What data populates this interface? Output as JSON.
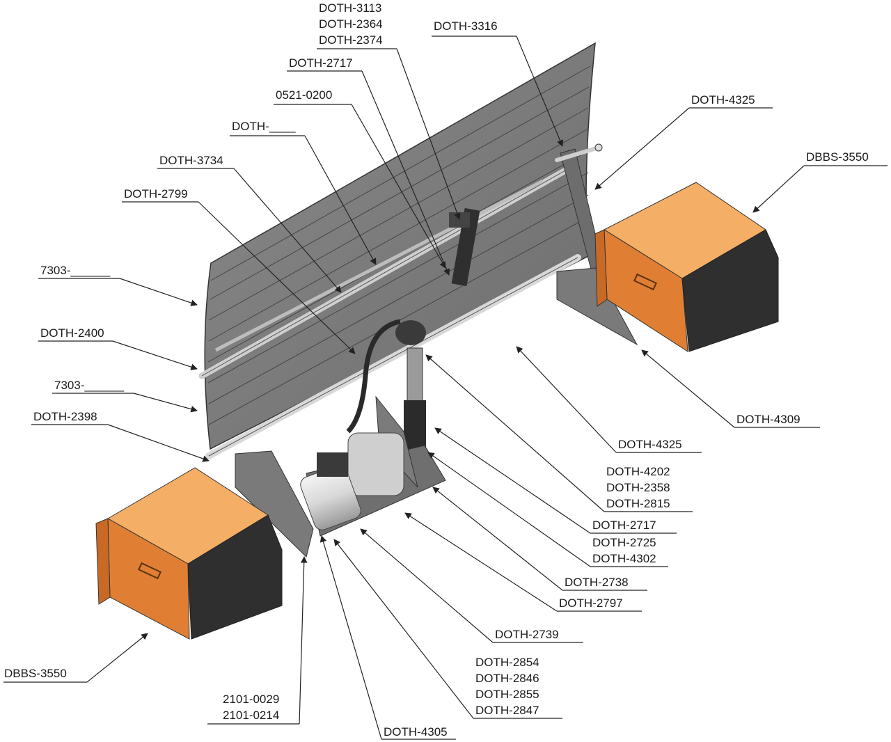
{
  "labels": {
    "c_doth_3113": "DOTH-3113",
    "c_doth_2364": "DOTH-2364",
    "c_doth_2374": "DOTH-2374",
    "c_doth_3316": "DOTH-3316",
    "c_doth_2717": "DOTH-2717",
    "c_0521_0200": "0521-0200",
    "c_doth_blank": "DOTH-____",
    "c_doth_4325_top": "DOTH-4325",
    "c_dbbs_3550_right": "DBBS-3550",
    "c_doth_3734": "DOTH-3734",
    "c_doth_2799": "DOTH-2799",
    "c_7303_top": "7303-______",
    "c_doth_2400": "DOTH-2400",
    "c_7303_bottom": "7303-______",
    "c_doth_2398": "DOTH-2398",
    "c_doth_4309": "DOTH-4309",
    "c_doth_4325_mid": "DOTH-4325",
    "c_doth_4202": "DOTH-4202",
    "c_doth_2358": "DOTH-2358",
    "c_doth_2815": "DOTH-2815",
    "c_doth_2717_b": "DOTH-2717",
    "c_doth_2725": "DOTH-2725",
    "c_doth_4302": "DOTH-4302",
    "c_doth_2738": "DOTH-2738",
    "c_doth_2797": "DOTH-2797",
    "c_doth_2739": "DOTH-2739",
    "c_doth_2854": "DOTH-2854",
    "c_doth_2846": "DOTH-2846",
    "c_doth_2855": "DOTH-2855",
    "c_doth_2847": "DOTH-2847",
    "c_dbbs_3550_left": "DBBS-3550",
    "c_2101_0029": "2101-0029",
    "c_2101_0214": "2101-0214",
    "c_doth_4305": "DOTH-4305"
  },
  "colors": {
    "plate": "#7d7d7d",
    "plate_dark": "#5a5a5a",
    "box_orange": "#f0a055",
    "box_orange_dark": "#c86a25",
    "box_black": "#2e2e2e",
    "leader": "#222222"
  }
}
